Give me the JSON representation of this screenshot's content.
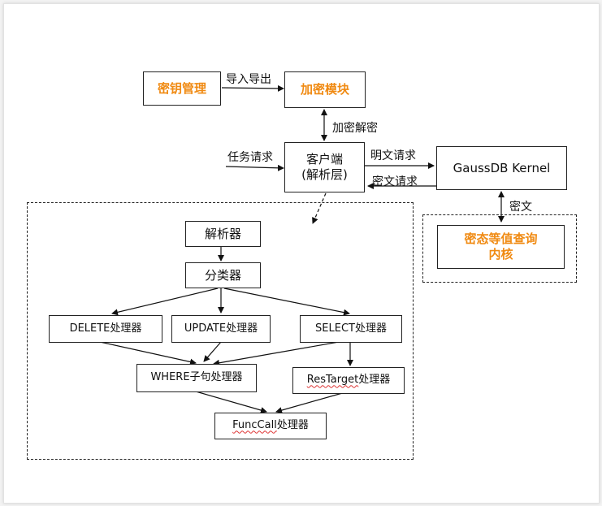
{
  "nodes": {
    "key_mgmt": "密钥管理",
    "encrypt_module": "加密模块",
    "client_line1": "客户端",
    "client_line2": "(解析层)",
    "kernel": "GaussDB Kernel",
    "encrypted_query_line1": "密态等值查询",
    "encrypted_query_line2": "内核",
    "parser": "解析器",
    "classifier": "分类器",
    "delete_prefix": "DELETE",
    "update_prefix": "UPDATE",
    "select_prefix": "SELECT",
    "where_prefix": "WHERE子句",
    "restarget_prefix": "ResTarget",
    "funccall_prefix": "FuncCall",
    "processor_suffix": "处理器"
  },
  "labels": {
    "import_export": "导入导出",
    "encrypt_decrypt": "加密解密",
    "task_request": "任务请求",
    "plaintext_request": "明文请求",
    "ciphertext_request": "密文请求",
    "ciphertext": "密文"
  },
  "colors": {
    "accent": "#f08a12",
    "border": "#222222",
    "spellcheck_underline": "#d33333"
  }
}
